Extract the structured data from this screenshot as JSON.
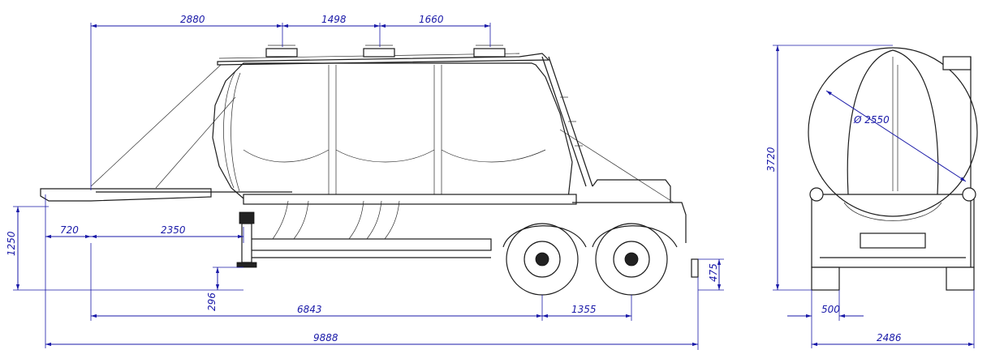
{
  "dimensions": {
    "top_2880": "2880",
    "top_1498": "1498",
    "top_1660": "1660",
    "height_1250": "1250",
    "left_720": "720",
    "mid_2350": "2350",
    "v_296": "296",
    "bottom_6843": "6843",
    "bottom_1355": "1355",
    "overall_9888": "9888",
    "v_475": "475",
    "front_height_3720": "3720",
    "diameter_2550": "Ø 2550",
    "front_500": "500",
    "front_width_2486": "2486"
  },
  "colors": {
    "dimension": "#1a1aa8",
    "ink": "#1c1c1c",
    "background": "#ffffff"
  }
}
